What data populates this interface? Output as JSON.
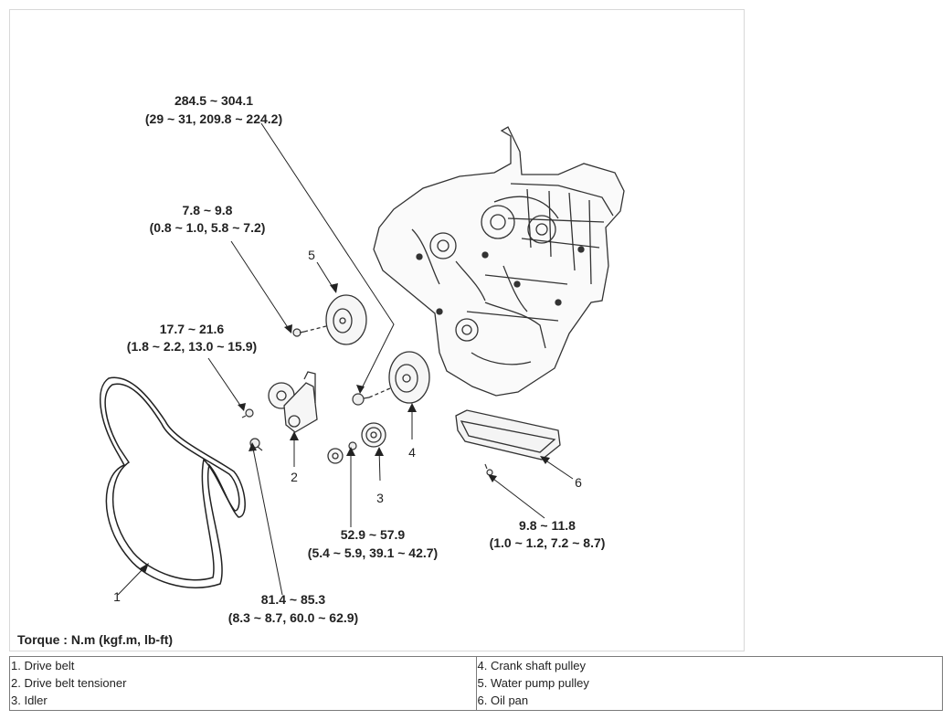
{
  "torques": {
    "crank_bolt": {
      "line1": "284.5 ~ 304.1",
      "line2": "(29 ~ 31, 209.8 ~ 224.2)"
    },
    "water_pump_bolt": {
      "line1": "7.8 ~ 9.8",
      "line2": "(0.8 ~ 1.0, 5.8 ~ 7.2)"
    },
    "tensioner_bolt_small": {
      "line1": "17.7 ~ 21.6",
      "line2": "(1.8 ~ 2.2, 13.0 ~ 15.9)"
    },
    "idler_bolt": {
      "line1": "52.9 ~ 57.9",
      "line2": "(5.4 ~ 5.9, 39.1 ~ 42.7)"
    },
    "oil_pan_bolt": {
      "line1": "9.8 ~ 11.8",
      "line2": "(1.0 ~ 1.2, 7.2 ~ 8.7)"
    },
    "tensioner_bolt_large": {
      "line1": "81.4 ~ 85.3",
      "line2": "(8.3 ~ 8.7, 60.0 ~ 62.9)"
    }
  },
  "callouts": [
    "1",
    "2",
    "3",
    "4",
    "5",
    "6"
  ],
  "torque_unit_note": "Torque : N.m (kgf.m, lb-ft)",
  "legend": {
    "left": [
      "1. Drive belt",
      "2. Drive belt tensioner",
      "3. Idler"
    ],
    "right": [
      "4. Crank shaft pulley",
      "5. Water pump pulley",
      "6. Oil pan"
    ]
  }
}
